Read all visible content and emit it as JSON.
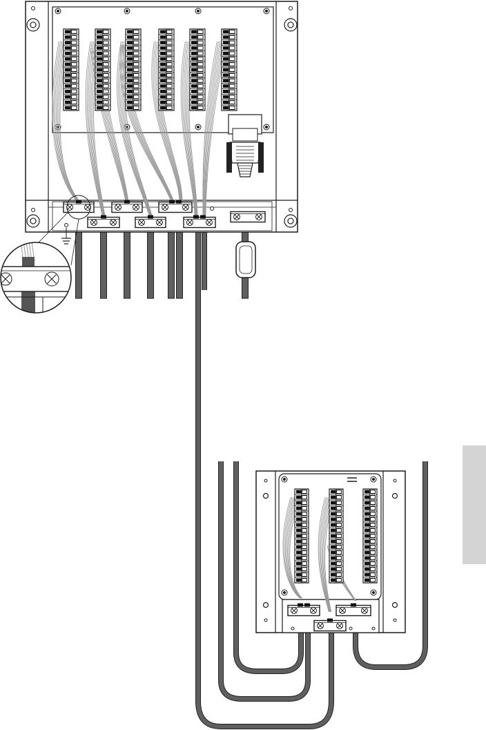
{
  "diagram": {
    "upper_unit": {
      "terminal_blocks": 6,
      "terminals_per_block": 15,
      "cable_clamps": 8,
      "cables_to_bottom": 8,
      "has_serial_connector": true,
      "has_ferrite_core": true,
      "has_ground_symbol": true,
      "has_magnified_clamp_inset": true
    },
    "lower_unit": {
      "terminal_blocks": 3,
      "terminals_per_block": 17,
      "cable_clamps": 3
    },
    "colors": {
      "line": "#1a1a1a",
      "cable": "#5f5f5f",
      "cable_edge": "#222222",
      "wire": "#9a9a9a",
      "side_tab": "#d4d4d4",
      "background": "#ffffff"
    }
  }
}
